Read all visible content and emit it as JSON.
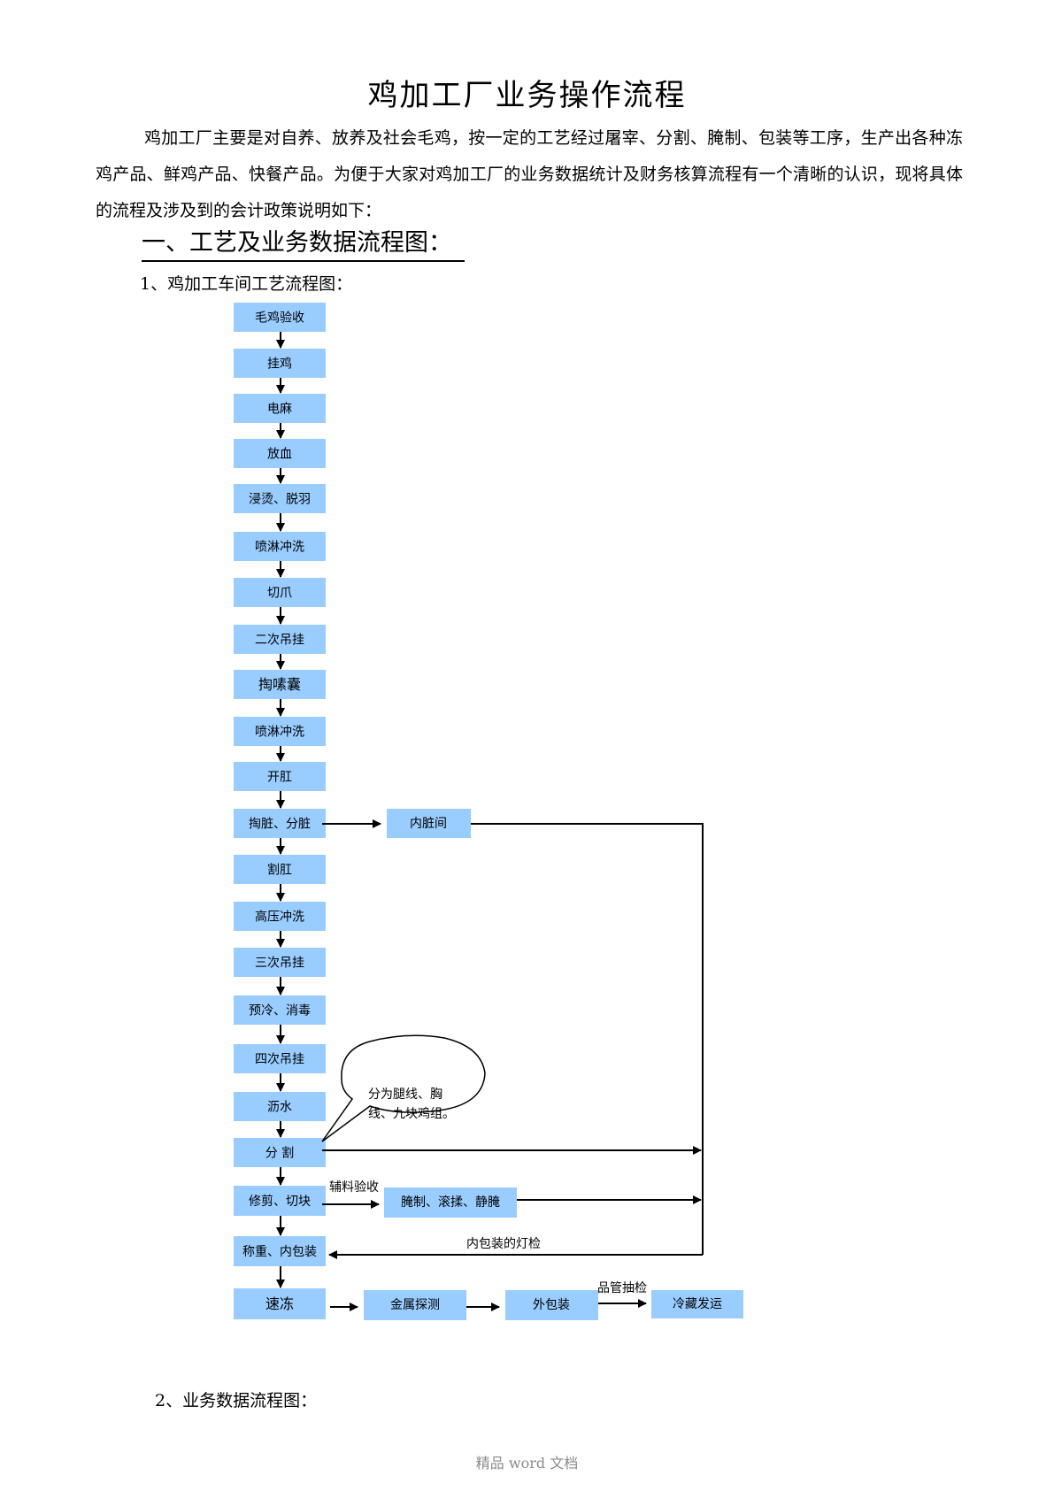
{
  "title": "鸡加工厂业务操作流程",
  "intro": "鸡加工厂主要是对自养、放养及社会毛鸡，按一定的工艺经过屠宰、分割、腌制、包装等工序，生产出各种冻鸡产品、鲜鸡产品、快餐产品。为便于大家对鸡加工厂的业务数据统计及财务核算流程有一个清晰的认识，现将具体的流程及涉及到的会计政策说明如下：",
  "section1": "一、工艺及业务数据流程图：",
  "sub1": "1、鸡加工车间工艺流程图：",
  "sub2": "2、业务数据流程图：",
  "footer": "精品 word 文档",
  "colors": {
    "box_fill": "#99ccff",
    "line": "#000000"
  },
  "flow": {
    "steps": [
      "毛鸡验收",
      "挂鸡",
      "电麻",
      "放血",
      "浸烫、脱羽",
      "喷淋冲洗",
      "切爪",
      "二次吊挂",
      "掏嗉囊",
      "喷淋冲洗",
      "开肛",
      "掏脏、分脏",
      "割肛",
      "高压冲洗",
      "三次吊挂",
      "预冷、消毒",
      "四次吊挂",
      "沥水",
      "分  割",
      "修剪、切块",
      "称重、内包装",
      "速冻"
    ],
    "viscera": "内脏间",
    "callout": [
      "分为腿线、胸",
      "线、九块鸡组。"
    ],
    "marinate": "腌制、滚揉、静腌",
    "aux_label": "辅料验收",
    "lamp_label": "内包装的灯检",
    "bottom_row": [
      "金属探测",
      "外包装",
      "冷藏发运"
    ],
    "qc_label": "品管抽检"
  }
}
